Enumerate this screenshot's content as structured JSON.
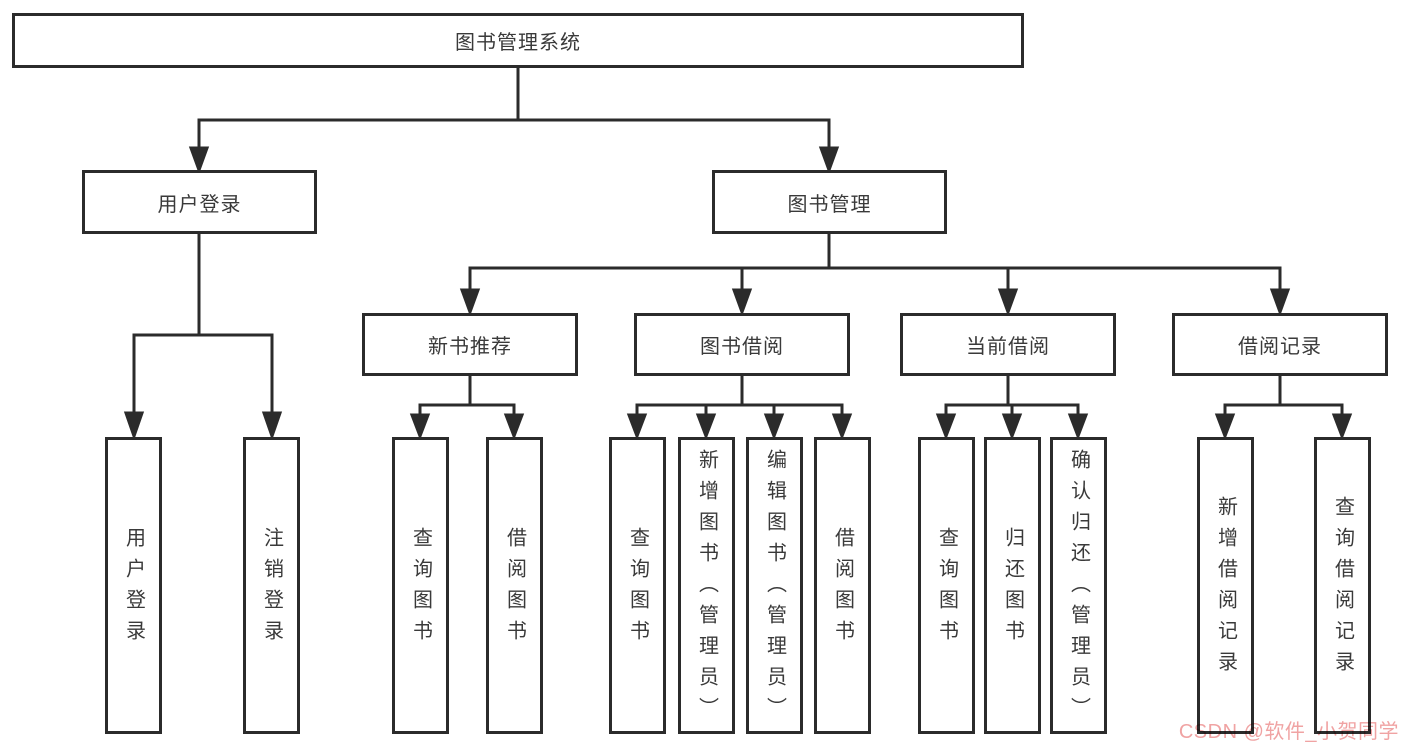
{
  "colors": {
    "background": "#ffffff",
    "line": "#2b2b2b",
    "text": "#3a3a3a",
    "watermark": "#f0a3a3"
  },
  "watermark": {
    "text": "CSDN @软件_小贺同学"
  },
  "tree": {
    "root": {
      "label": "图书管理系统",
      "children": [
        {
          "label": "用户登录",
          "children": [
            {
              "label": "用户登录"
            },
            {
              "label": "注销登录"
            }
          ]
        },
        {
          "label": "图书管理",
          "children": [
            {
              "label": "新书推荐",
              "children": [
                {
                  "label": "查询图书"
                },
                {
                  "label": "借阅图书"
                }
              ]
            },
            {
              "label": "图书借阅",
              "children": [
                {
                  "label": "查询图书"
                },
                {
                  "label": "新增图书（管理员）"
                },
                {
                  "label": "编辑图书（管理员）"
                },
                {
                  "label": "借阅图书"
                }
              ]
            },
            {
              "label": "当前借阅",
              "children": [
                {
                  "label": "查询图书"
                },
                {
                  "label": "归还图书"
                },
                {
                  "label": "确认归还（管理员）"
                }
              ]
            },
            {
              "label": "借阅记录",
              "children": [
                {
                  "label": "新增借阅记录"
                },
                {
                  "label": "查询借阅记录"
                }
              ]
            }
          ]
        }
      ]
    }
  }
}
